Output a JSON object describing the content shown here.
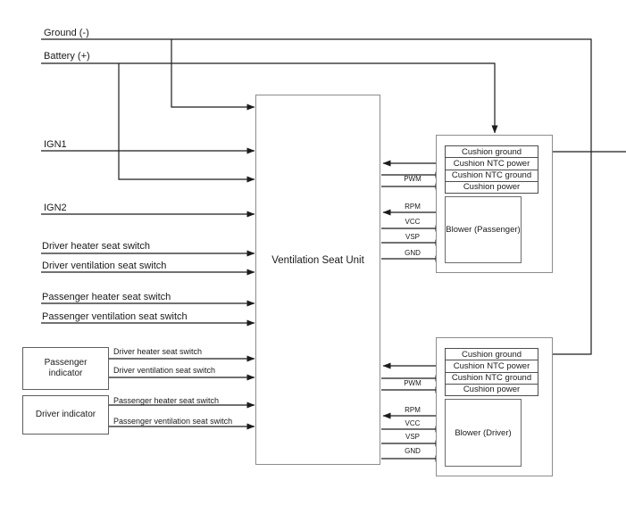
{
  "unit": {
    "title": "Ventilation Seat Unit"
  },
  "power": {
    "ground": "Ground (-)",
    "battery": "Battery (+)"
  },
  "inputs": [
    "IGN1",
    "IGN2",
    "Driver heater seat switch",
    "Driver ventilation seat switch",
    "Passenger heater seat switch",
    "Passenger ventilation seat switch"
  ],
  "indicators": {
    "passenger": {
      "label": "Passenger indicator",
      "signals": [
        "Driver heater seat switch",
        "Driver ventilation seat switch"
      ]
    },
    "driver": {
      "label": "Driver indicator",
      "signals": [
        "Passenger heater seat switch",
        "Passenger ventilation seat switch"
      ]
    }
  },
  "assemblies": {
    "passenger": {
      "blower": "Blower (Passenger)",
      "cushion": [
        "Cushion ground",
        "Cushion NTC power",
        "Cushion NTC ground",
        "Cushion power"
      ],
      "signals": {
        "pwm": "PWM",
        "rpm": "RPM",
        "vcc": "VCC",
        "vsp": "VSP",
        "gnd": "GND"
      }
    },
    "driver": {
      "blower": "Blower (Driver)",
      "cushion": [
        "Cushion ground",
        "Cushion NTC power",
        "Cushion NTC ground",
        "Cushion power"
      ],
      "signals": {
        "pwm": "PWM",
        "rpm": "RPM",
        "vcc": "VCC",
        "vsp": "VSP",
        "gnd": "GND"
      }
    }
  },
  "colors": {
    "wire": "#1c1c1c",
    "outer_box_border": "#8c8c8c",
    "inner_box_border": "#4d4d4d",
    "background": "#ffffff",
    "text": "#1a1a1a"
  }
}
